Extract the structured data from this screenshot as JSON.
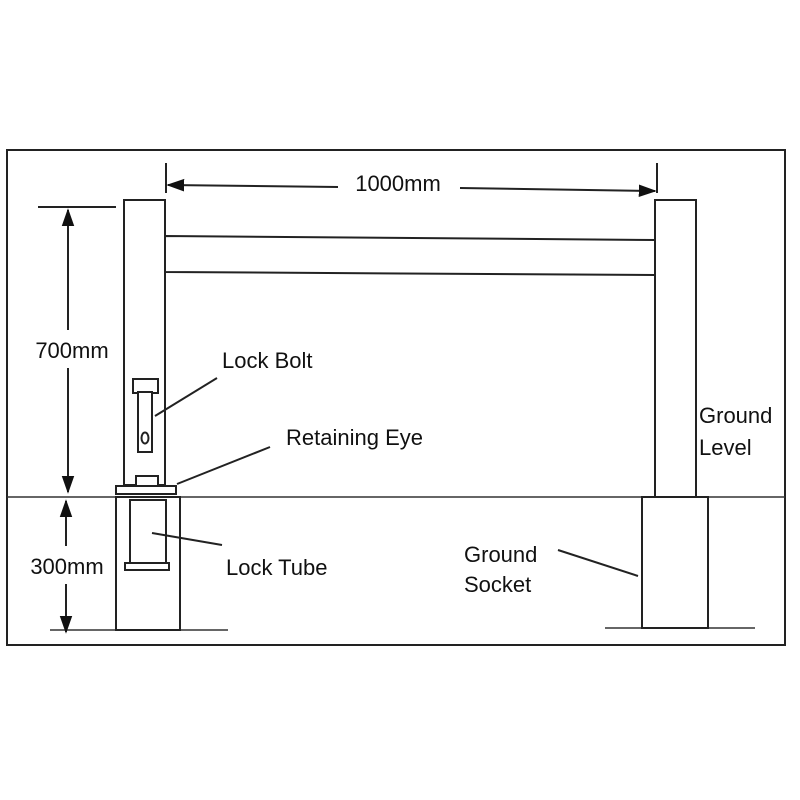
{
  "labels": {
    "width_dim": "1000mm",
    "height_above": "700mm",
    "height_below": "300mm",
    "lock_bolt": "Lock Bolt",
    "retaining_eye": "Retaining Eye",
    "lock_tube": "Lock Tube",
    "ground_level_1": "Ground",
    "ground_level_2": "Level",
    "ground_socket_1": "Ground",
    "ground_socket_2": "Socket"
  }
}
